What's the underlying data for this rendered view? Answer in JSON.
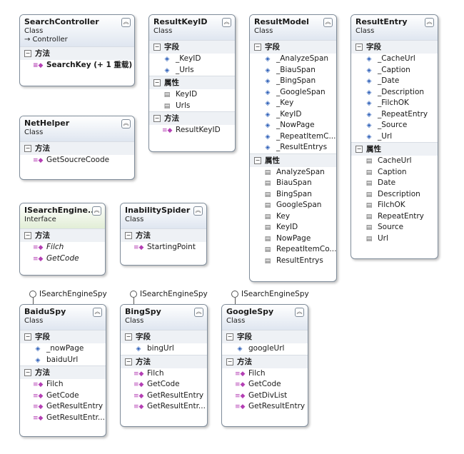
{
  "classes": {
    "searchController": {
      "name": "SearchController",
      "kind": "Class",
      "base": "→ Controller",
      "methods_header": "方法",
      "methods": [
        "SearchKey (+ 1 重载)"
      ]
    },
    "netHelper": {
      "name": "NetHelper",
      "kind": "Class",
      "methods_header": "方法",
      "methods": [
        "GetSoucreCoode"
      ]
    },
    "iSearchEngine": {
      "name": "ISearchEngine...",
      "kind": "Interface",
      "methods_header": "方法",
      "methods": [
        "Filch",
        "GetCode"
      ]
    },
    "inabilitySpider": {
      "name": "InabilitySpider",
      "kind": "Class",
      "methods_header": "方法",
      "methods": [
        "StartingPoint"
      ]
    },
    "resultKeyID": {
      "name": "ResultKeyID",
      "kind": "Class",
      "fields_header": "字段",
      "fields": [
        "_KeyID",
        "_Urls"
      ],
      "props_header": "属性",
      "props": [
        "KeyID",
        "Urls"
      ],
      "methods_header": "方法",
      "methods": [
        "ResultKeyID"
      ]
    },
    "resultModel": {
      "name": "ResultModel",
      "kind": "Class",
      "fields_header": "字段",
      "fields": [
        "_AnalyzeSpan",
        "_BiauSpan",
        "_BingSpan",
        "_GoogleSpan",
        "_Key",
        "_KeyID",
        "_NowPage",
        "_RepeatItemC...",
        "_ResultEntrys"
      ],
      "props_header": "属性",
      "props": [
        "AnalyzeSpan",
        "BiauSpan",
        "BingSpan",
        "GoogleSpan",
        "Key",
        "KeyID",
        "NowPage",
        "RepeatItemCo...",
        "ResultEntrys"
      ]
    },
    "resultEntry": {
      "name": "ResultEntry",
      "kind": "Class",
      "fields_header": "字段",
      "fields": [
        "_CacheUrl",
        "_Caption",
        "_Date",
        "_Description",
        "_FilchOK",
        "_RepeatEntry",
        "_Source",
        "_Url"
      ],
      "props_header": "属性",
      "props": [
        "CacheUrl",
        "Caption",
        "Date",
        "Description",
        "FilchOK",
        "RepeatEntry",
        "Source",
        "Url"
      ]
    },
    "baiduSpy": {
      "name": "BaiduSpy",
      "kind": "Class",
      "implements": "ISearchEngineSpy",
      "fields_header": "字段",
      "fields": [
        "_nowPage",
        "baiduUrl"
      ],
      "methods_header": "方法",
      "methods": [
        "Filch",
        "GetCode",
        "GetResultEntry",
        "GetResultEntr..."
      ]
    },
    "bingSpy": {
      "name": "BingSpy",
      "kind": "Class",
      "implements": "ISearchEngineSpy",
      "fields_header": "字段",
      "fields": [
        "bingUrl"
      ],
      "methods_header": "方法",
      "methods": [
        "Filch",
        "GetCode",
        "GetResultEntry",
        "GetResultEntr..."
      ]
    },
    "googleSpy": {
      "name": "GoogleSpy",
      "kind": "Class",
      "implements": "ISearchEngineSpy",
      "fields_header": "字段",
      "fields": [
        "googleUrl"
      ],
      "methods_header": "方法",
      "methods": [
        "Filch",
        "GetCode",
        "GetDivList",
        "GetResultEntry"
      ]
    }
  },
  "icons": {
    "collapse": "chevron-up-icon",
    "field": "field-icon",
    "method": "method-icon",
    "property": "property-icon",
    "lollipop": "interface-lollipop-icon"
  },
  "colors": {
    "header_class": "#dfe6f0",
    "header_interface": "#e2eed6",
    "border": "#7f8c9a"
  }
}
